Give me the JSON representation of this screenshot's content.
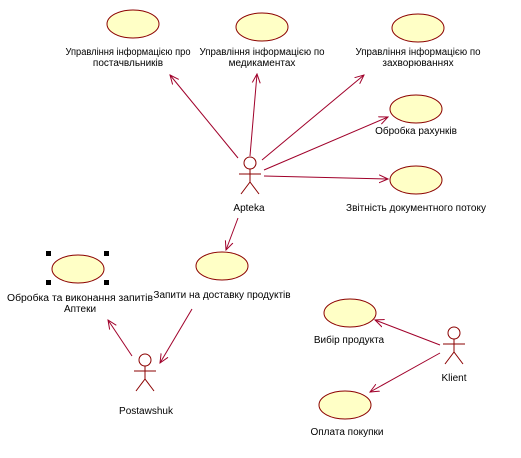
{
  "use_cases": {
    "supplier_info": "Управління інформацією про постачвльників",
    "medicine_info": "Управління інформацією по медикаментах",
    "disease_info": "Управління інформацією по захворюваннях",
    "invoice_processing": "Обробка рахунків",
    "document_reporting": "Звітність документного потоку",
    "delivery_requests": "Запити на доставку продуктів",
    "pharmacy_requests": "Обробка та виконання запитів Аптеки",
    "product_choice": "Вибір продукта",
    "payment": "Оплата покупки"
  },
  "actors": {
    "pharmacy": "Apteka",
    "supplier": "Postawshuk",
    "client": "Klient"
  },
  "colors": {
    "use_case_fill": "#ffffc6",
    "use_case_stroke": "#8b0000",
    "association": "#a0002a"
  }
}
